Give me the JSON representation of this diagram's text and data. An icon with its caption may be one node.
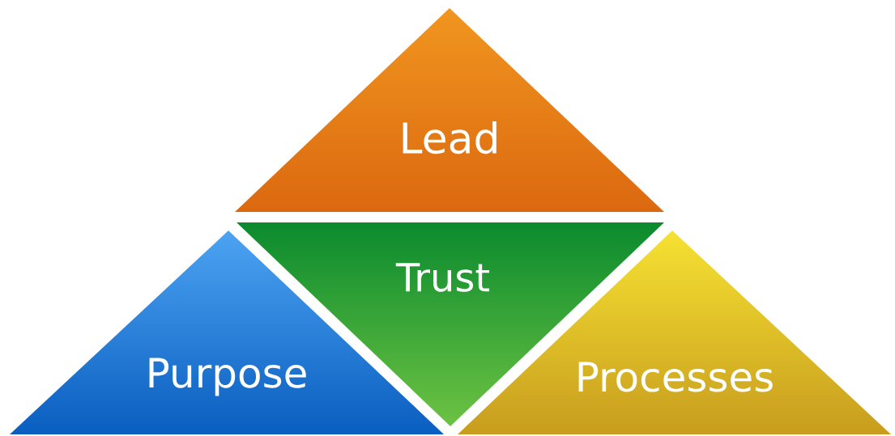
{
  "diagram": {
    "nodes": [
      {
        "text": [
          "Lead"
        ]
      },
      {
        "text": [
          "Trust"
        ]
      },
      {
        "text": [
          "Purpose"
        ]
      },
      {
        "text": [
          "Processes"
        ]
      }
    ]
  }
}
